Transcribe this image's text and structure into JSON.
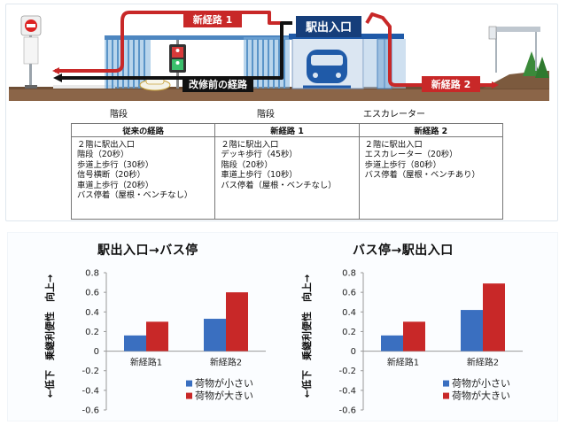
{
  "diagram": {
    "station_sign": "駅出入口",
    "route_new1": "新経路 1",
    "route_new2": "新経路 2",
    "route_old": "改修前の経路",
    "below_labels": [
      "階段",
      "階段",
      "エスカレーター"
    ]
  },
  "table": {
    "columns": [
      {
        "header": "従来の経路",
        "lines": [
          "２階に駅出入口",
          "階段（20秒）",
          "歩道上歩行（30秒）",
          "信号横断（20秒）",
          "車道上歩行（20秒）",
          "バス停着（屋根・ベンチなし）"
        ]
      },
      {
        "header": "新経路 1",
        "lines": [
          "２階に駅出入口",
          "デッキ歩行（45秒）",
          "階段（20秒）",
          "車道上歩行（10秒）",
          "バス停着（屋根・ベンチなし）"
        ]
      },
      {
        "header": "新経路 2",
        "lines": [
          "２階に駅出入口",
          "エスカレーター（20秒）",
          "歩道上歩行（80秒）",
          "バス停着（屋根・ベンチあり）"
        ]
      }
    ]
  },
  "colors": {
    "red": "#c82828",
    "blue": "#3a6fc0",
    "station": "#1f5aa8",
    "navy": "#163e7a"
  },
  "chart_data": [
    {
      "type": "bar",
      "title": "駅出入口→バス停",
      "ylabel": "←低下　乗継利便性　向上→",
      "categories": [
        "新経路1",
        "新経路2"
      ],
      "series": [
        {
          "name": "荷物が小さい",
          "values": [
            0.16,
            0.33
          ]
        },
        {
          "name": "荷物が大きい",
          "values": [
            0.3,
            0.6
          ]
        }
      ],
      "ylim": [
        -0.6,
        0.8
      ],
      "yticks": [
        "0.8",
        "0.6",
        "0.4",
        "0.2",
        "0",
        "-0.2",
        "-0.4",
        "-0.6"
      ],
      "legend": "bottom-right"
    },
    {
      "type": "bar",
      "title": "バス停→駅出入口",
      "ylabel": "←低下　乗継利便性　向上→",
      "categories": [
        "新経路1",
        "新経路2"
      ],
      "series": [
        {
          "name": "荷物が小さい",
          "values": [
            0.16,
            0.42
          ]
        },
        {
          "name": "荷物が大きい",
          "values": [
            0.3,
            0.69
          ]
        }
      ],
      "ylim": [
        -0.6,
        0.8
      ],
      "yticks": [
        "0.8",
        "0.6",
        "0.4",
        "0.2",
        "0",
        "-0.2",
        "-0.4",
        "-0.6"
      ],
      "legend": "bottom-right"
    }
  ]
}
